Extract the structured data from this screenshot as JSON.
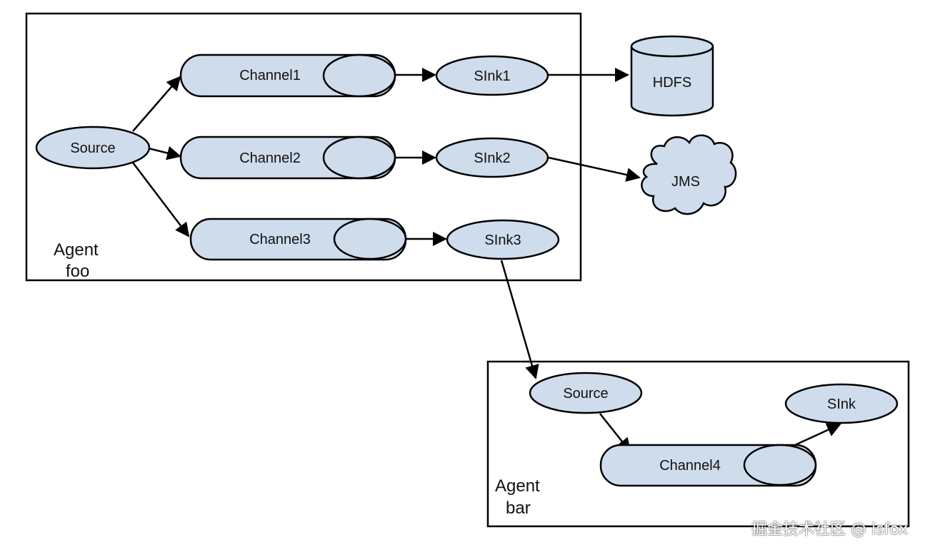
{
  "agent_foo": {
    "label_line1": "Agent",
    "label_line2": "foo",
    "source": "Source",
    "channels": [
      "Channel1",
      "Channel2",
      "Channel3"
    ],
    "sinks": [
      "SInk1",
      "SInk2",
      "SInk3"
    ]
  },
  "destinations": {
    "hdfs": "HDFS",
    "jms": "JMS"
  },
  "agent_bar": {
    "label_line1": "Agent",
    "label_line2": "bar",
    "source": "Source",
    "channel": "Channel4",
    "sink": "SInk"
  },
  "watermark": "掘金技术社区 @ isfox",
  "colors": {
    "node_fill": "#cfdcec",
    "stroke": "#000000",
    "background": "#ffffff"
  }
}
